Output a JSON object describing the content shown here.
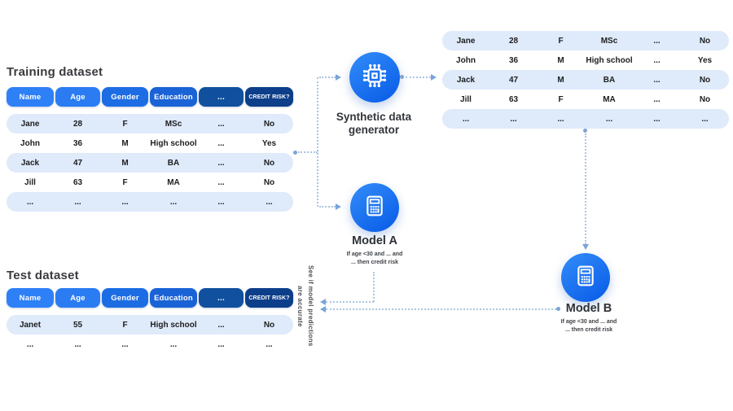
{
  "palette": {
    "header_colors": [
      "#2E80F7",
      "#2B7CF2",
      "#1C6DE4",
      "#1A63D6",
      "#11509E",
      "#0C3E8A"
    ],
    "row_stripe": "#DFEAFA",
    "circle_gradient_start": "#2F88F7",
    "circle_gradient_end": "#0B5FE8",
    "connector_line": "#ABC5E3",
    "connector_arrow": "#79A5D6",
    "title_color": "#3A3B3F"
  },
  "training": {
    "title": "Training dataset",
    "headers": [
      "Name",
      "Age",
      "Gender",
      "Education",
      "...",
      "CREDIT RISK?"
    ],
    "rows": [
      [
        "Jane",
        "28",
        "F",
        "MSc",
        "...",
        "No"
      ],
      [
        "John",
        "36",
        "M",
        "High school",
        "...",
        "Yes"
      ],
      [
        "Jack",
        "47",
        "M",
        "BA",
        "...",
        "No"
      ],
      [
        "Jill",
        "63",
        "F",
        "MA",
        "...",
        "No"
      ],
      [
        "...",
        "...",
        "...",
        "...",
        "...",
        "..."
      ]
    ]
  },
  "test": {
    "title": "Test dataset",
    "headers": [
      "Name",
      "Age",
      "Gender",
      "Education",
      "...",
      "CREDIT RISK?"
    ],
    "rows": [
      [
        "Janet",
        "55",
        "F",
        "High school",
        "...",
        "No"
      ],
      [
        "...",
        "...",
        "...",
        "...",
        "...",
        "..."
      ]
    ]
  },
  "synthetic_table": {
    "rows": [
      [
        "Jane",
        "28",
        "F",
        "MSc",
        "...",
        "No"
      ],
      [
        "John",
        "36",
        "M",
        "High school",
        "...",
        "Yes"
      ],
      [
        "Jack",
        "47",
        "M",
        "BA",
        "...",
        "No"
      ],
      [
        "Jill",
        "63",
        "F",
        "MA",
        "...",
        "No"
      ],
      [
        "...",
        "...",
        "...",
        "...",
        "...",
        "..."
      ]
    ]
  },
  "generator": {
    "label": "Synthetic data generator"
  },
  "model_a": {
    "label": "Model A",
    "rule_line1": "If age <30 and ... and",
    "rule_line2": "... then credit risk"
  },
  "model_b": {
    "label": "Model B",
    "rule_line1": "If age <30 and ... and",
    "rule_line2": "... then credit risk"
  },
  "note": {
    "line1": "See if model predictions",
    "line2": "are accurate"
  }
}
